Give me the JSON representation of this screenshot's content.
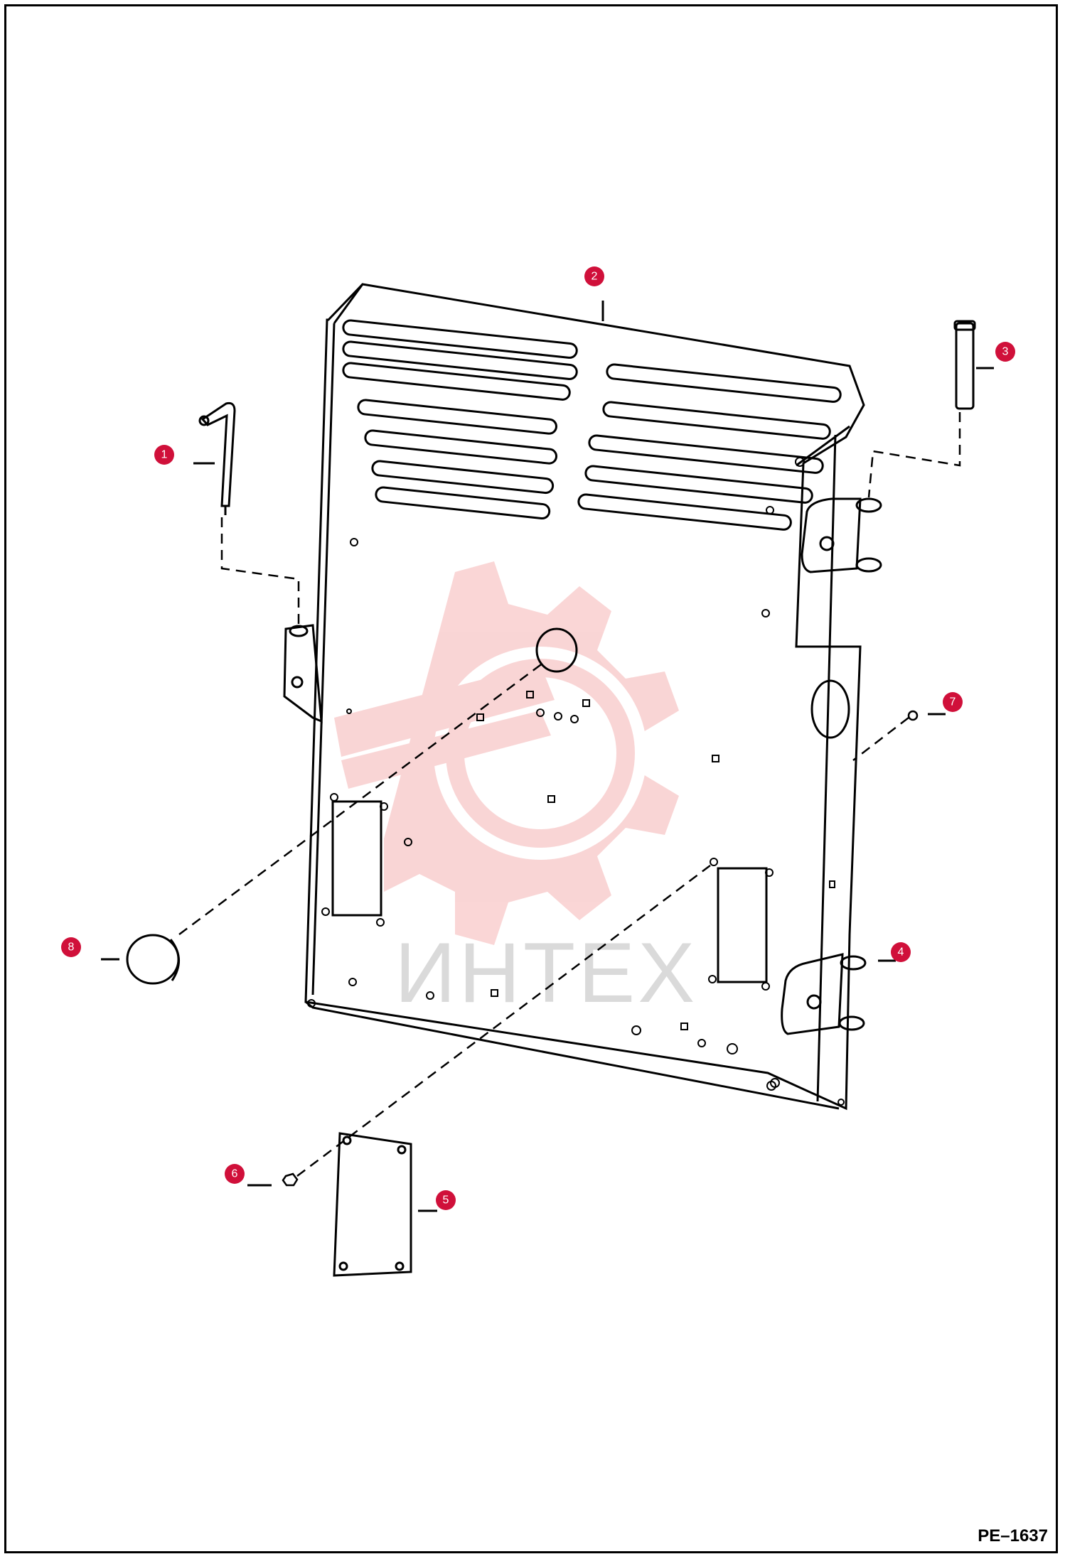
{
  "figure": {
    "code": "PE–1637",
    "callout_color": "#d0103a",
    "watermark_color": "#f4b8b8"
  },
  "watermark": {
    "text": "ИНТЕХ"
  },
  "callouts": [
    {
      "number": "1",
      "part": "pin"
    },
    {
      "number": "2",
      "part": "door"
    },
    {
      "number": "3",
      "part": "pin"
    },
    {
      "number": "4",
      "part": "hinge"
    },
    {
      "number": "5",
      "part": "cover-plate"
    },
    {
      "number": "6",
      "part": "bolt"
    },
    {
      "number": "7",
      "part": "nut"
    },
    {
      "number": "8",
      "part": "plug"
    }
  ]
}
